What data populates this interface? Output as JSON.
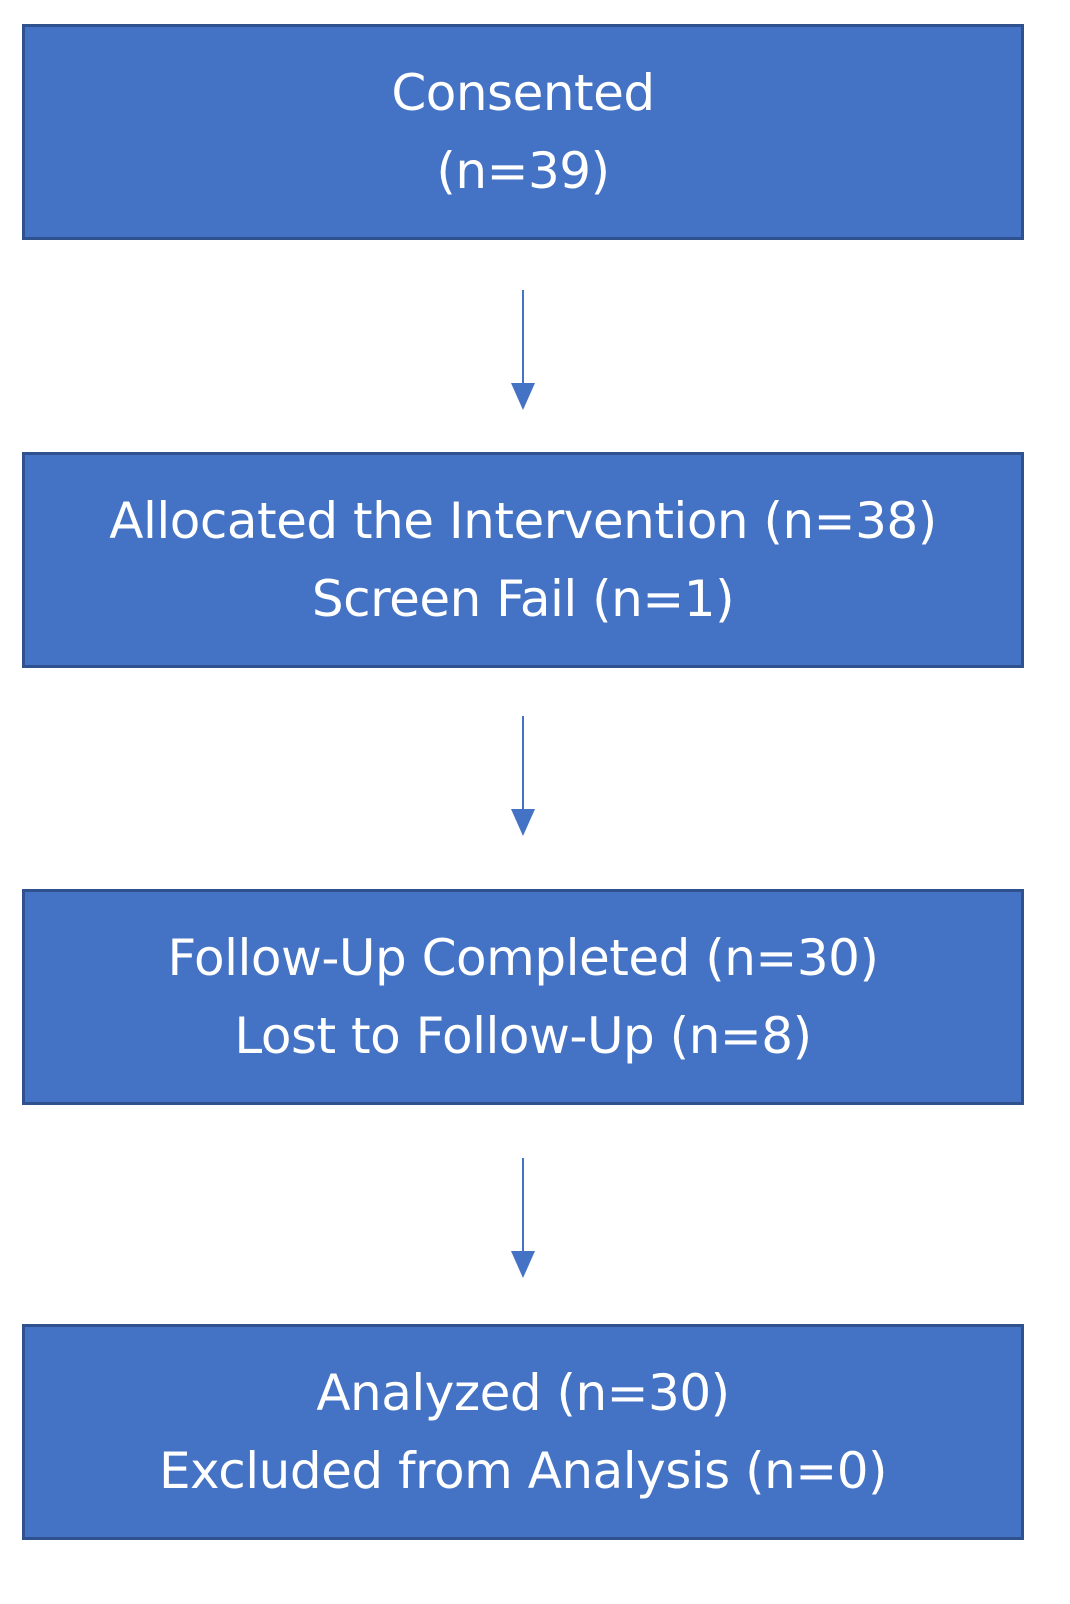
{
  "colors": {
    "box_fill": "#4472c4",
    "box_border": "#2f528f",
    "arrow": "#4472c4",
    "text": "#ffffff"
  },
  "steps": [
    {
      "lines": [
        "Consented",
        "(n=39)"
      ]
    },
    {
      "lines": [
        "Allocated the Intervention (n=38)",
        "Screen Fail (n=1)"
      ]
    },
    {
      "lines": [
        "Follow-Up Completed (n=30)",
        "Lost to Follow-Up (n=8)"
      ]
    },
    {
      "lines": [
        "Analyzed (n=30)",
        "Excluded from Analysis (n=0)"
      ]
    }
  ]
}
